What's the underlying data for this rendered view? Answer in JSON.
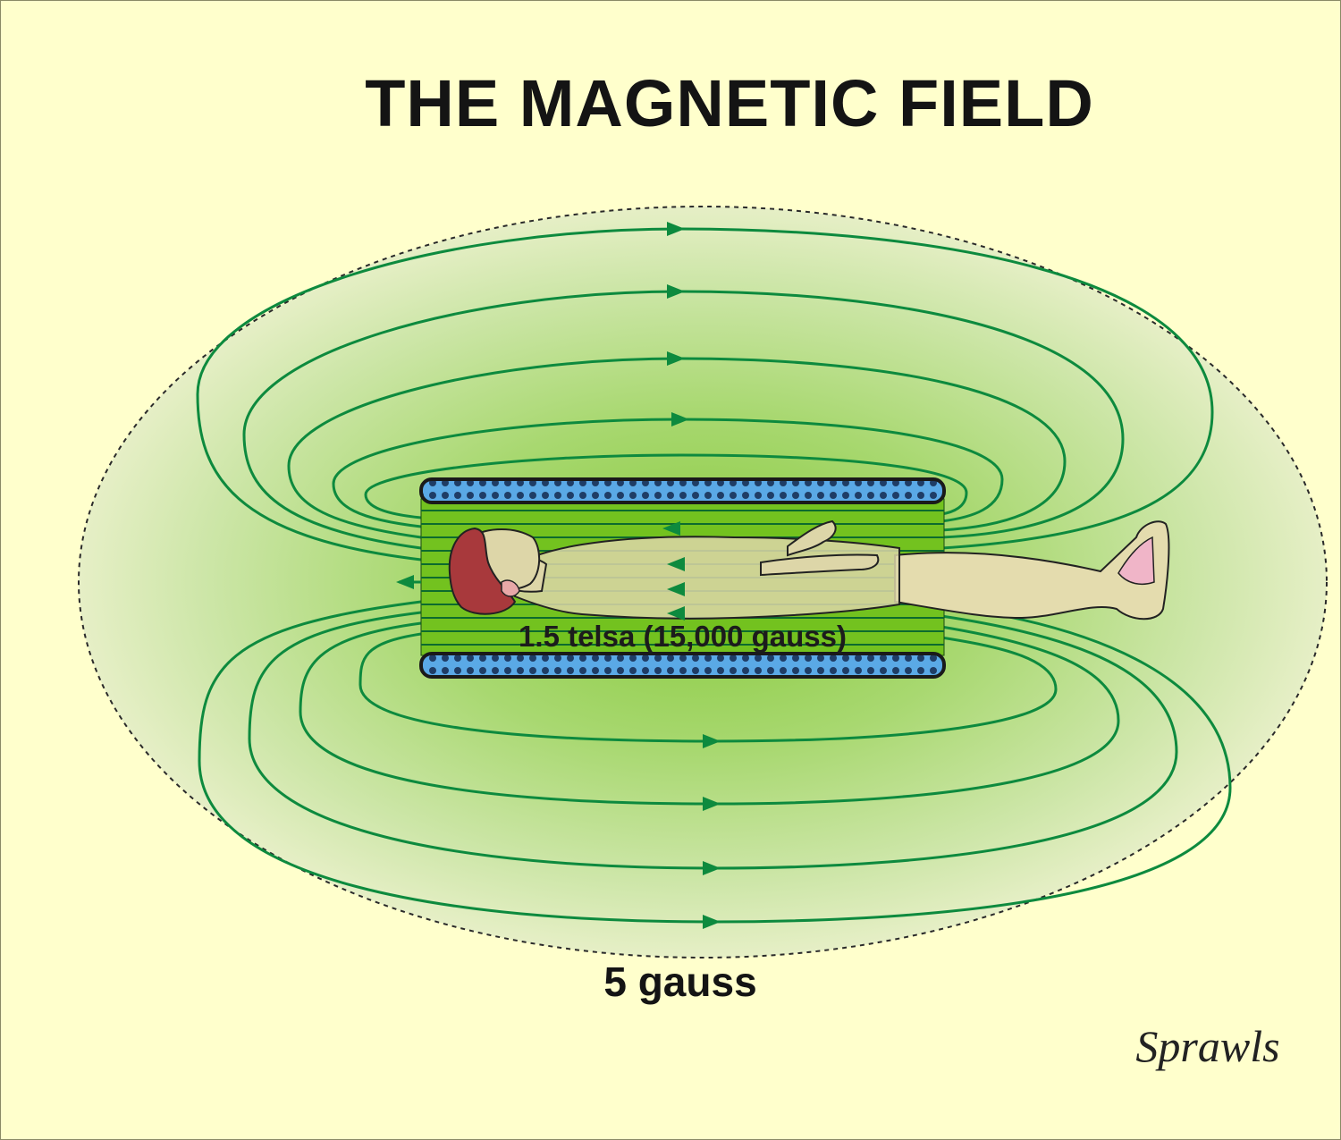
{
  "title": "THE MAGNETIC FIELD",
  "bore_field_label": "1.5 telsa (15,000 gauss)",
  "fringe_field_label": "5 gauss",
  "signature": "Sprawls",
  "colors": {
    "background": "#ffffcc",
    "field_glow": "#8fcc3d",
    "field_lines": "#0d8a3e",
    "bore": "#73c21f",
    "magnet_coils": "#5aa9e6",
    "patient_skin": "#e4dcae",
    "patient_hair": "#a8393c"
  },
  "icons": {
    "patient": "patient-lying-icon",
    "magnet": "magnet-bore-icon",
    "boundary": "five-gauss-boundary-icon"
  }
}
